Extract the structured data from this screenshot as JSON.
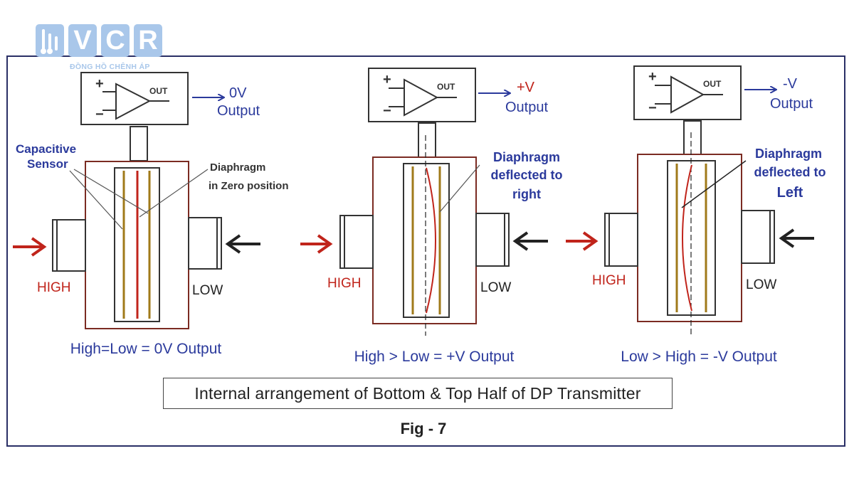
{
  "logo": {
    "letters": [
      "V",
      "C",
      "R"
    ],
    "tagline": "ĐỒNG HỒ CHÊNH ÁP"
  },
  "colors": {
    "frame": "#2a2f66",
    "label_blue": "#2b3a9c",
    "high_red": "#c0241b",
    "housing": "#7b2b22",
    "plate": "#a07a1a",
    "logo": "#a9c7ea"
  },
  "amp_labels": {
    "plus": "+",
    "minus": "−",
    "out": "OUT"
  },
  "panels": [
    {
      "output_value": "0V",
      "output_word": "Output",
      "sensor_label_line1": "Capacitive",
      "sensor_label_line2": "Sensor",
      "diaphragm_line1": "Diaphragm",
      "diaphragm_line2": "in Zero position",
      "high_label": "HIGH",
      "low_label": "LOW",
      "equation": "High=Low = 0V Output"
    },
    {
      "output_value": "+V",
      "output_word": "Output",
      "diaphragm_line1": "Diaphragm",
      "diaphragm_line2": "deflected to",
      "diaphragm_line3": "right",
      "high_label": "HIGH",
      "low_label": "LOW",
      "equation": "High > Low = +V Output"
    },
    {
      "output_value": "-V",
      "output_word": "Output",
      "diaphragm_line1": "Diaphragm",
      "diaphragm_line2": "deflected to",
      "diaphragm_line3": "Left",
      "high_label": "HIGH",
      "low_label": "LOW",
      "equation": "Low > High = -V Output"
    }
  ],
  "caption": "Internal arrangement of Bottom & Top Half of DP Transmitter",
  "figure_label": "Fig - 7"
}
